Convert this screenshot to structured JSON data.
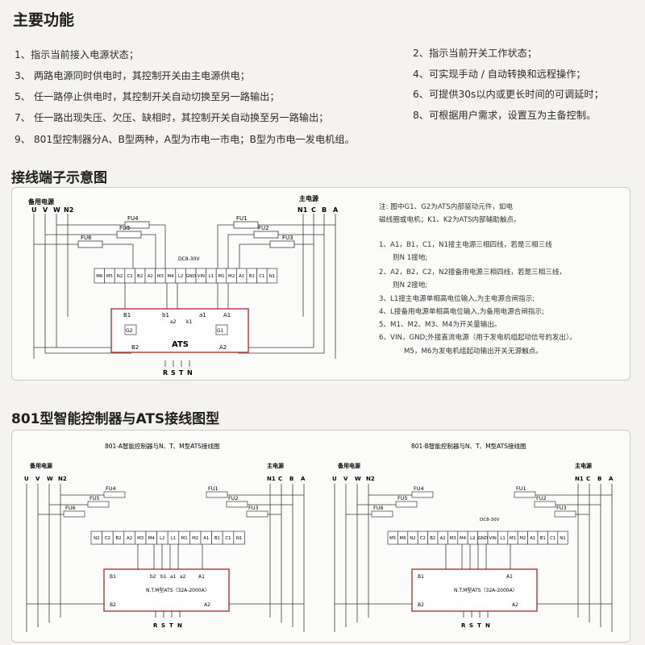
{
  "main_features": {
    "title": "主要功能",
    "items": [
      "1、指示当前接入电源状态；",
      "2、指示当前开关工作状态；",
      "3、 两路电源同时供电时，其控制开关由主电源供电；",
      "4、可实现手动 / 自动转换和远程操作；",
      "5、 任一路停止供电时，其控制开关自动切换至另一路输出；",
      "6、可提供30s以内或更长时间的可调延时；",
      "7、 任一路出现失压、欠压、缺相时，其控制开关自动换至另一路输出；",
      "8、可根据用户需求，设置互为主备控制。",
      "9、 801型控制器分A、B型两种，A型为市电一市电；B型为市电一发电机组。"
    ]
  },
  "wiring": {
    "title": "接线端子示意图",
    "backup_label": "备用电源",
    "main_label": "主电源",
    "backup_phases": [
      "U",
      "V",
      "W",
      "N2"
    ],
    "main_phases": [
      "N1",
      "C",
      "B",
      "A"
    ],
    "fuses": [
      "FU4",
      "FU5",
      "FU6",
      "FU1",
      "FU2",
      "FU3"
    ],
    "vin_label": "DC8-30V",
    "terminals": [
      "M6",
      "M5",
      "N2",
      "C2",
      "B2",
      "A2",
      "M3",
      "M4",
      "L2",
      "GND",
      "VIN",
      "L1",
      "M1",
      "M2",
      "A1",
      "B1",
      "C1",
      "N1"
    ],
    "ats_label": "ATS",
    "ats_pins": [
      "B1",
      "b1",
      "a1",
      "A1",
      "a2",
      "k1",
      "B2",
      "A2",
      "G1",
      "G2"
    ],
    "output": [
      "R",
      "S",
      "T",
      "N"
    ],
    "notes": [
      "注: 图中G1、G2为ATS内部驱动元件，如电",
      "磁线圈或电机；K1、K2为ATS内部辅助触点。",
      "1、A1，B1，C1，N1接主电源三相四线，若是三相三线",
      "则N 1接地;",
      "2、A2，B2，C2，N2接备用电源三相四线，若是三相三线，",
      "则N 2接地;",
      "3、L1接主电源单相高电位输入,为主电源合闸指示;",
      "4、L接备用电源单相高电位输入,为备用电源合闸指示;",
      "5、M1、M2、M3、M4为开关量输出。",
      "6、VIN，GND;外接直流电源（用于发电机组起动信号的发出）。",
      "M5，M6为发电机组起动输出开关无源触点。"
    ]
  },
  "type801": {
    "title": "801型智能控制器与ATS接线图型",
    "a": {
      "caption": "801-A智能控制器与N、T、M型ATS接线图",
      "terminals": [
        "N2",
        "C2",
        "B2",
        "A2",
        "M3",
        "M4",
        "L2",
        "L1",
        "M1",
        "M2",
        "A1",
        "B1",
        "C1",
        "N1"
      ],
      "ats_label": "N.T.M型ATS（32A-2000A）",
      "ats_pins": [
        "B1",
        "b2",
        "b1",
        "a1",
        "a2",
        "A1",
        "B2",
        "A2"
      ]
    },
    "b": {
      "caption": "801-B智能控制器与N、T、M型ATS接线图",
      "terminals": [
        "M5",
        "M6",
        "N2",
        "C2",
        "B2",
        "A2",
        "M3",
        "M4",
        "L2",
        "GND",
        "VIN",
        "L1",
        "M1",
        "M2",
        "A1",
        "B1",
        "C1",
        "N1"
      ],
      "vin_label": "DC8-30V",
      "ats_label": "N.T.M型ATS（32A-2000A）",
      "ats_pins": [
        "B1",
        "A1",
        "B2",
        "A2"
      ]
    },
    "backup_label": "备用电源",
    "main_label": "主电源",
    "backup_phases": [
      "U",
      "V",
      "W",
      "N2"
    ],
    "main_phases": [
      "N1",
      "C",
      "B",
      "A"
    ],
    "fuses": [
      "FU4",
      "FU5",
      "FU6",
      "FU1",
      "FU2",
      "FU3"
    ],
    "output": [
      "R",
      "S",
      "T",
      "N"
    ]
  },
  "colors": {
    "ats_box": "#b5342f",
    "line": "#3a3a3a",
    "panel_bg": "#fbfbfa"
  }
}
